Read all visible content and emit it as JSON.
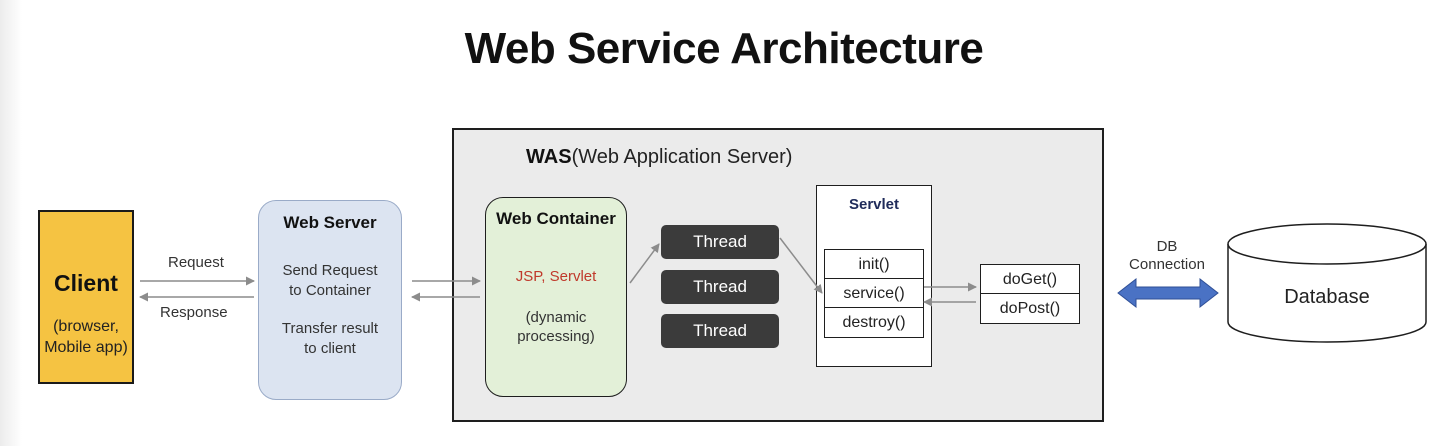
{
  "title": "Web Service Architecture",
  "was": {
    "bold": "WAS",
    "rest": "(Web Application Server)"
  },
  "client": {
    "name": "Client",
    "sub_line1": "(browser,",
    "sub_line2": "Mobile app)"
  },
  "arrows": {
    "request": "Request",
    "response": "Response"
  },
  "web_server": {
    "name": "Web Server",
    "line1": "Send Request",
    "line2": "to Container",
    "line3": "Transfer result",
    "line4": "to client"
  },
  "web_container": {
    "name": "Web Container",
    "tech": "JSP, Servlet",
    "dyn_line1": "(dynamic",
    "dyn_line2": "processing)",
    "tech_color": "#c0392b"
  },
  "threads": [
    "Thread",
    "Thread",
    "Thread"
  ],
  "servlet": {
    "title": "Servlet",
    "methods": [
      "init()",
      "service()",
      "destroy()"
    ]
  },
  "handlers": [
    "doGet()",
    "doPost()"
  ],
  "db_connection": {
    "line1": "DB",
    "line2": "Connection"
  },
  "database": {
    "label": "Database"
  },
  "colors": {
    "client_fill": "#f5c342",
    "web_server_fill": "#dce4f1",
    "web_container_fill": "#e3f0d8",
    "thread_fill": "#3b3b3b",
    "was_fill": "#ebebeb",
    "db_arrow": "#4a72c4"
  }
}
